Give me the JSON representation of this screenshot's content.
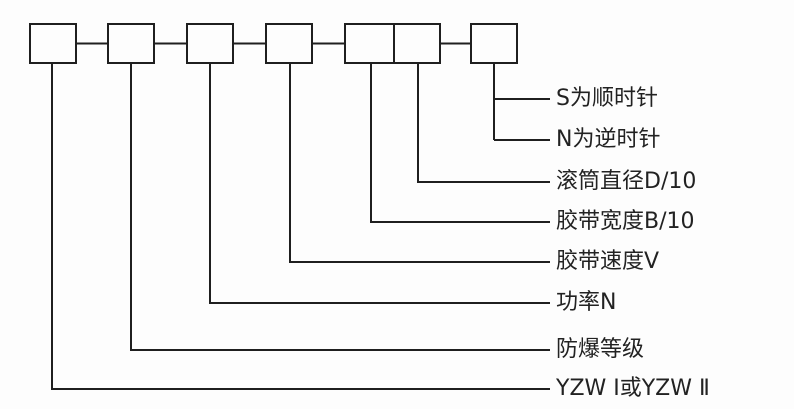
{
  "style": {
    "line_color": "#1f1f1f",
    "text_color": "#222222",
    "background": "#fdfdfd"
  },
  "labels": [
    {
      "id": "rotation-cw",
      "text": "S为顺时针"
    },
    {
      "id": "rotation-ccw",
      "text": "N为逆时针"
    },
    {
      "id": "drum-diameter",
      "text": "滚筒直径D/10"
    },
    {
      "id": "belt-width",
      "text": "胶带宽度B/10"
    },
    {
      "id": "belt-speed",
      "text": "胶带速度V"
    },
    {
      "id": "power",
      "text": "功率N"
    },
    {
      "id": "explosion-proof-grade",
      "text": "防爆等级"
    },
    {
      "id": "model-type",
      "text": "YZW Ⅰ或YZW Ⅱ"
    }
  ]
}
